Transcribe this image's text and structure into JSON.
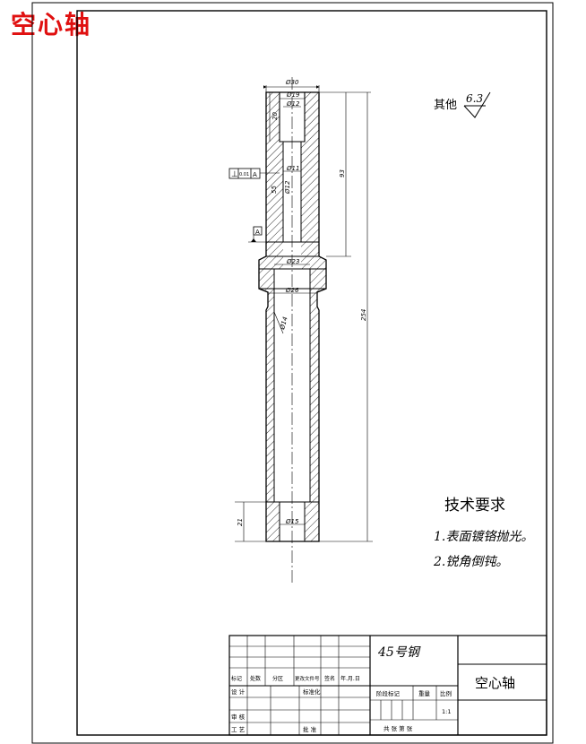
{
  "title_stamp": "空心轴",
  "surface_finish": {
    "label": "其他",
    "value": "6.3"
  },
  "datum": {
    "letter": "A",
    "fcf_symbol": "⊥",
    "fcf_value": "0.01",
    "fcf_ref": "A"
  },
  "dimensions": {
    "d_top_outer": "Ø30",
    "d_top_1": "Ø19",
    "d_top_2": "Ø12",
    "depth_20": "20",
    "d_11": "Ø11",
    "d_12": "Ø12",
    "len_55": "55",
    "len_93": "93",
    "d_23": "Ø23",
    "d_26": "Ø26",
    "d_14": "Ø14",
    "len_254": "254",
    "len_21": "21",
    "d_15": "Ø15"
  },
  "tech_requirements": {
    "heading": "技术要求",
    "items": [
      "1.表面镀铬抛光。",
      "2.锐角倒钝。"
    ]
  },
  "title_block": {
    "material": "45号钢",
    "part_name": "空心轴",
    "row_headers": [
      "标记",
      "处数",
      "分区",
      "更改文件号",
      "签名",
      "年.月.日"
    ],
    "design": "设 计",
    "standardization": "标准化",
    "review": "审 核",
    "process": "工 艺",
    "approve": "批 准",
    "stage_mark": "阶段标记",
    "weight": "重量",
    "scale_label": "比例",
    "scale_value": "1:1",
    "sheet_info": "共  张  第  张"
  }
}
